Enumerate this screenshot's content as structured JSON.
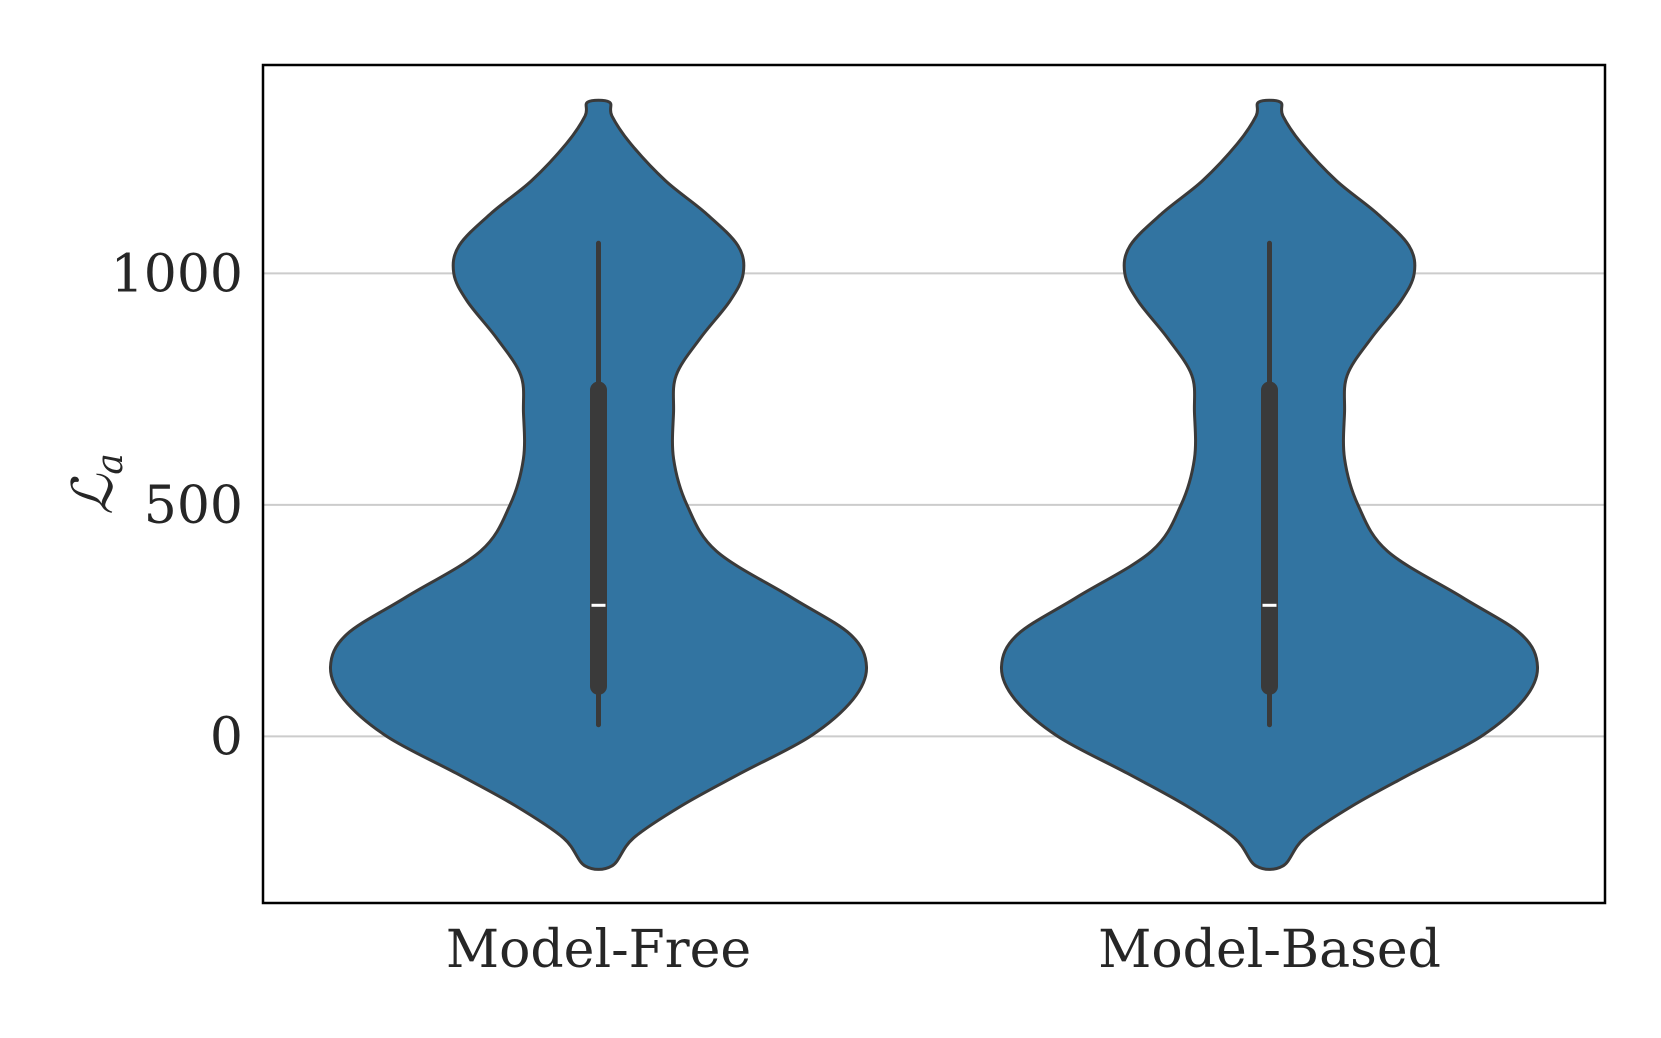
{
  "chart_data": {
    "type": "violin",
    "title": "",
    "xlabel": "",
    "ylabel": "ℒ",
    "ylabel_subscript": "a",
    "ylim": [
      -360,
      1450
    ],
    "yticks": [
      0,
      500,
      1000
    ],
    "grid": "y",
    "categories": [
      "Model-Free",
      "Model-Based"
    ],
    "colors": {
      "fill": "#3274a1",
      "edge": "#3a3a3a",
      "median": "#ffffff",
      "grid": "#cccccc",
      "frame": "#000000"
    },
    "violins": [
      {
        "category": "Model-Free",
        "min_extent": -280,
        "max_extent": 1370,
        "density": [
          [
            -280,
            0.05
          ],
          [
            -220,
            0.13
          ],
          [
            -150,
            0.31
          ],
          [
            -80,
            0.53
          ],
          [
            0,
            0.79
          ],
          [
            80,
            0.95
          ],
          [
            150,
            1.0
          ],
          [
            220,
            0.94
          ],
          [
            300,
            0.72
          ],
          [
            400,
            0.44
          ],
          [
            500,
            0.33
          ],
          [
            600,
            0.28
          ],
          [
            700,
            0.28
          ],
          [
            780,
            0.29
          ],
          [
            860,
            0.38
          ],
          [
            940,
            0.49
          ],
          [
            1000,
            0.54
          ],
          [
            1060,
            0.52
          ],
          [
            1130,
            0.4
          ],
          [
            1200,
            0.25
          ],
          [
            1280,
            0.12
          ],
          [
            1340,
            0.05
          ],
          [
            1370,
            0.04
          ]
        ],
        "whisker": [
          25,
          1065
        ],
        "q1": 108,
        "q3": 748,
        "median": 283
      },
      {
        "category": "Model-Based",
        "min_extent": -280,
        "max_extent": 1370,
        "density": [
          [
            -280,
            0.05
          ],
          [
            -220,
            0.13
          ],
          [
            -150,
            0.31
          ],
          [
            -80,
            0.53
          ],
          [
            0,
            0.79
          ],
          [
            80,
            0.95
          ],
          [
            150,
            1.0
          ],
          [
            220,
            0.94
          ],
          [
            300,
            0.72
          ],
          [
            400,
            0.44
          ],
          [
            500,
            0.33
          ],
          [
            600,
            0.28
          ],
          [
            700,
            0.28
          ],
          [
            780,
            0.29
          ],
          [
            860,
            0.38
          ],
          [
            940,
            0.49
          ],
          [
            1000,
            0.54
          ],
          [
            1060,
            0.52
          ],
          [
            1130,
            0.4
          ],
          [
            1200,
            0.25
          ],
          [
            1280,
            0.12
          ],
          [
            1340,
            0.05
          ],
          [
            1370,
            0.04
          ]
        ],
        "whisker": [
          25,
          1065
        ],
        "q1": 108,
        "q3": 748,
        "median": 283
      }
    ]
  }
}
